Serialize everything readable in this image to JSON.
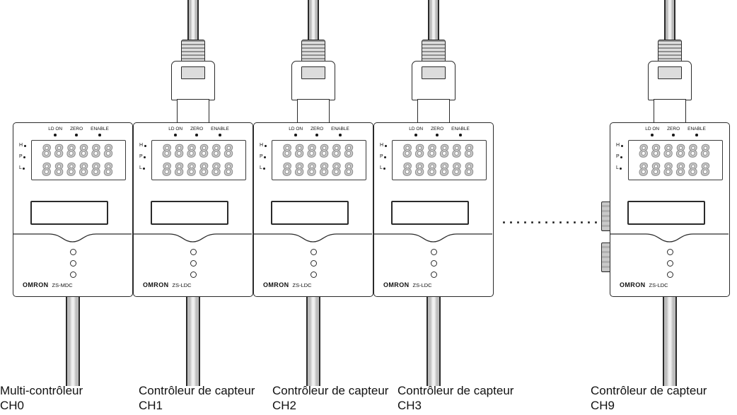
{
  "diagram": {
    "indicator_labels": [
      "LD ON",
      "ZERO",
      "ENABLE"
    ],
    "display_row_labels": [
      "H",
      "P",
      "L"
    ],
    "digit_row": "888888",
    "brand": "OMRON",
    "ellipsis": "..............",
    "units": [
      {
        "model": "ZS-MDC",
        "caption_line1": "Multi-contrôleur",
        "caption_line2": "CH0",
        "top_cable": false,
        "side_clips": false
      },
      {
        "model": "ZS-LDC",
        "caption_line1": "Contrôleur de capteur",
        "caption_line2": "CH1",
        "top_cable": true,
        "side_clips": false
      },
      {
        "model": "ZS-LDC",
        "caption_line1": "Contrôleur de capteur",
        "caption_line2": "CH2",
        "top_cable": true,
        "side_clips": false
      },
      {
        "model": "ZS-LDC",
        "caption_line1": "Contrôleur de capteur",
        "caption_line2": "CH3",
        "top_cable": true,
        "side_clips": false
      },
      {
        "model": "ZS-LDC",
        "caption_line1": "Contrôleur de capteur",
        "caption_line2": "CH9",
        "top_cable": true,
        "side_clips": true
      }
    ]
  }
}
